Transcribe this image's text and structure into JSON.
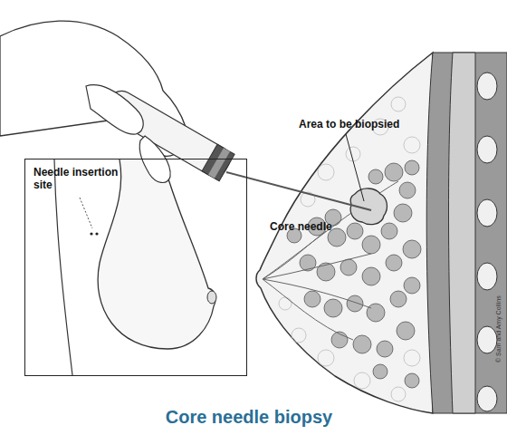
{
  "diagram": {
    "caption": "Core needle biopsy",
    "nodes": [
      {
        "text": [
          "Needle insertion site"
        ]
      }
    ],
    "labels": [
      "Area to be biopsied",
      "Core needle",
      "© Sam and Amy Collins"
    ]
  }
}
